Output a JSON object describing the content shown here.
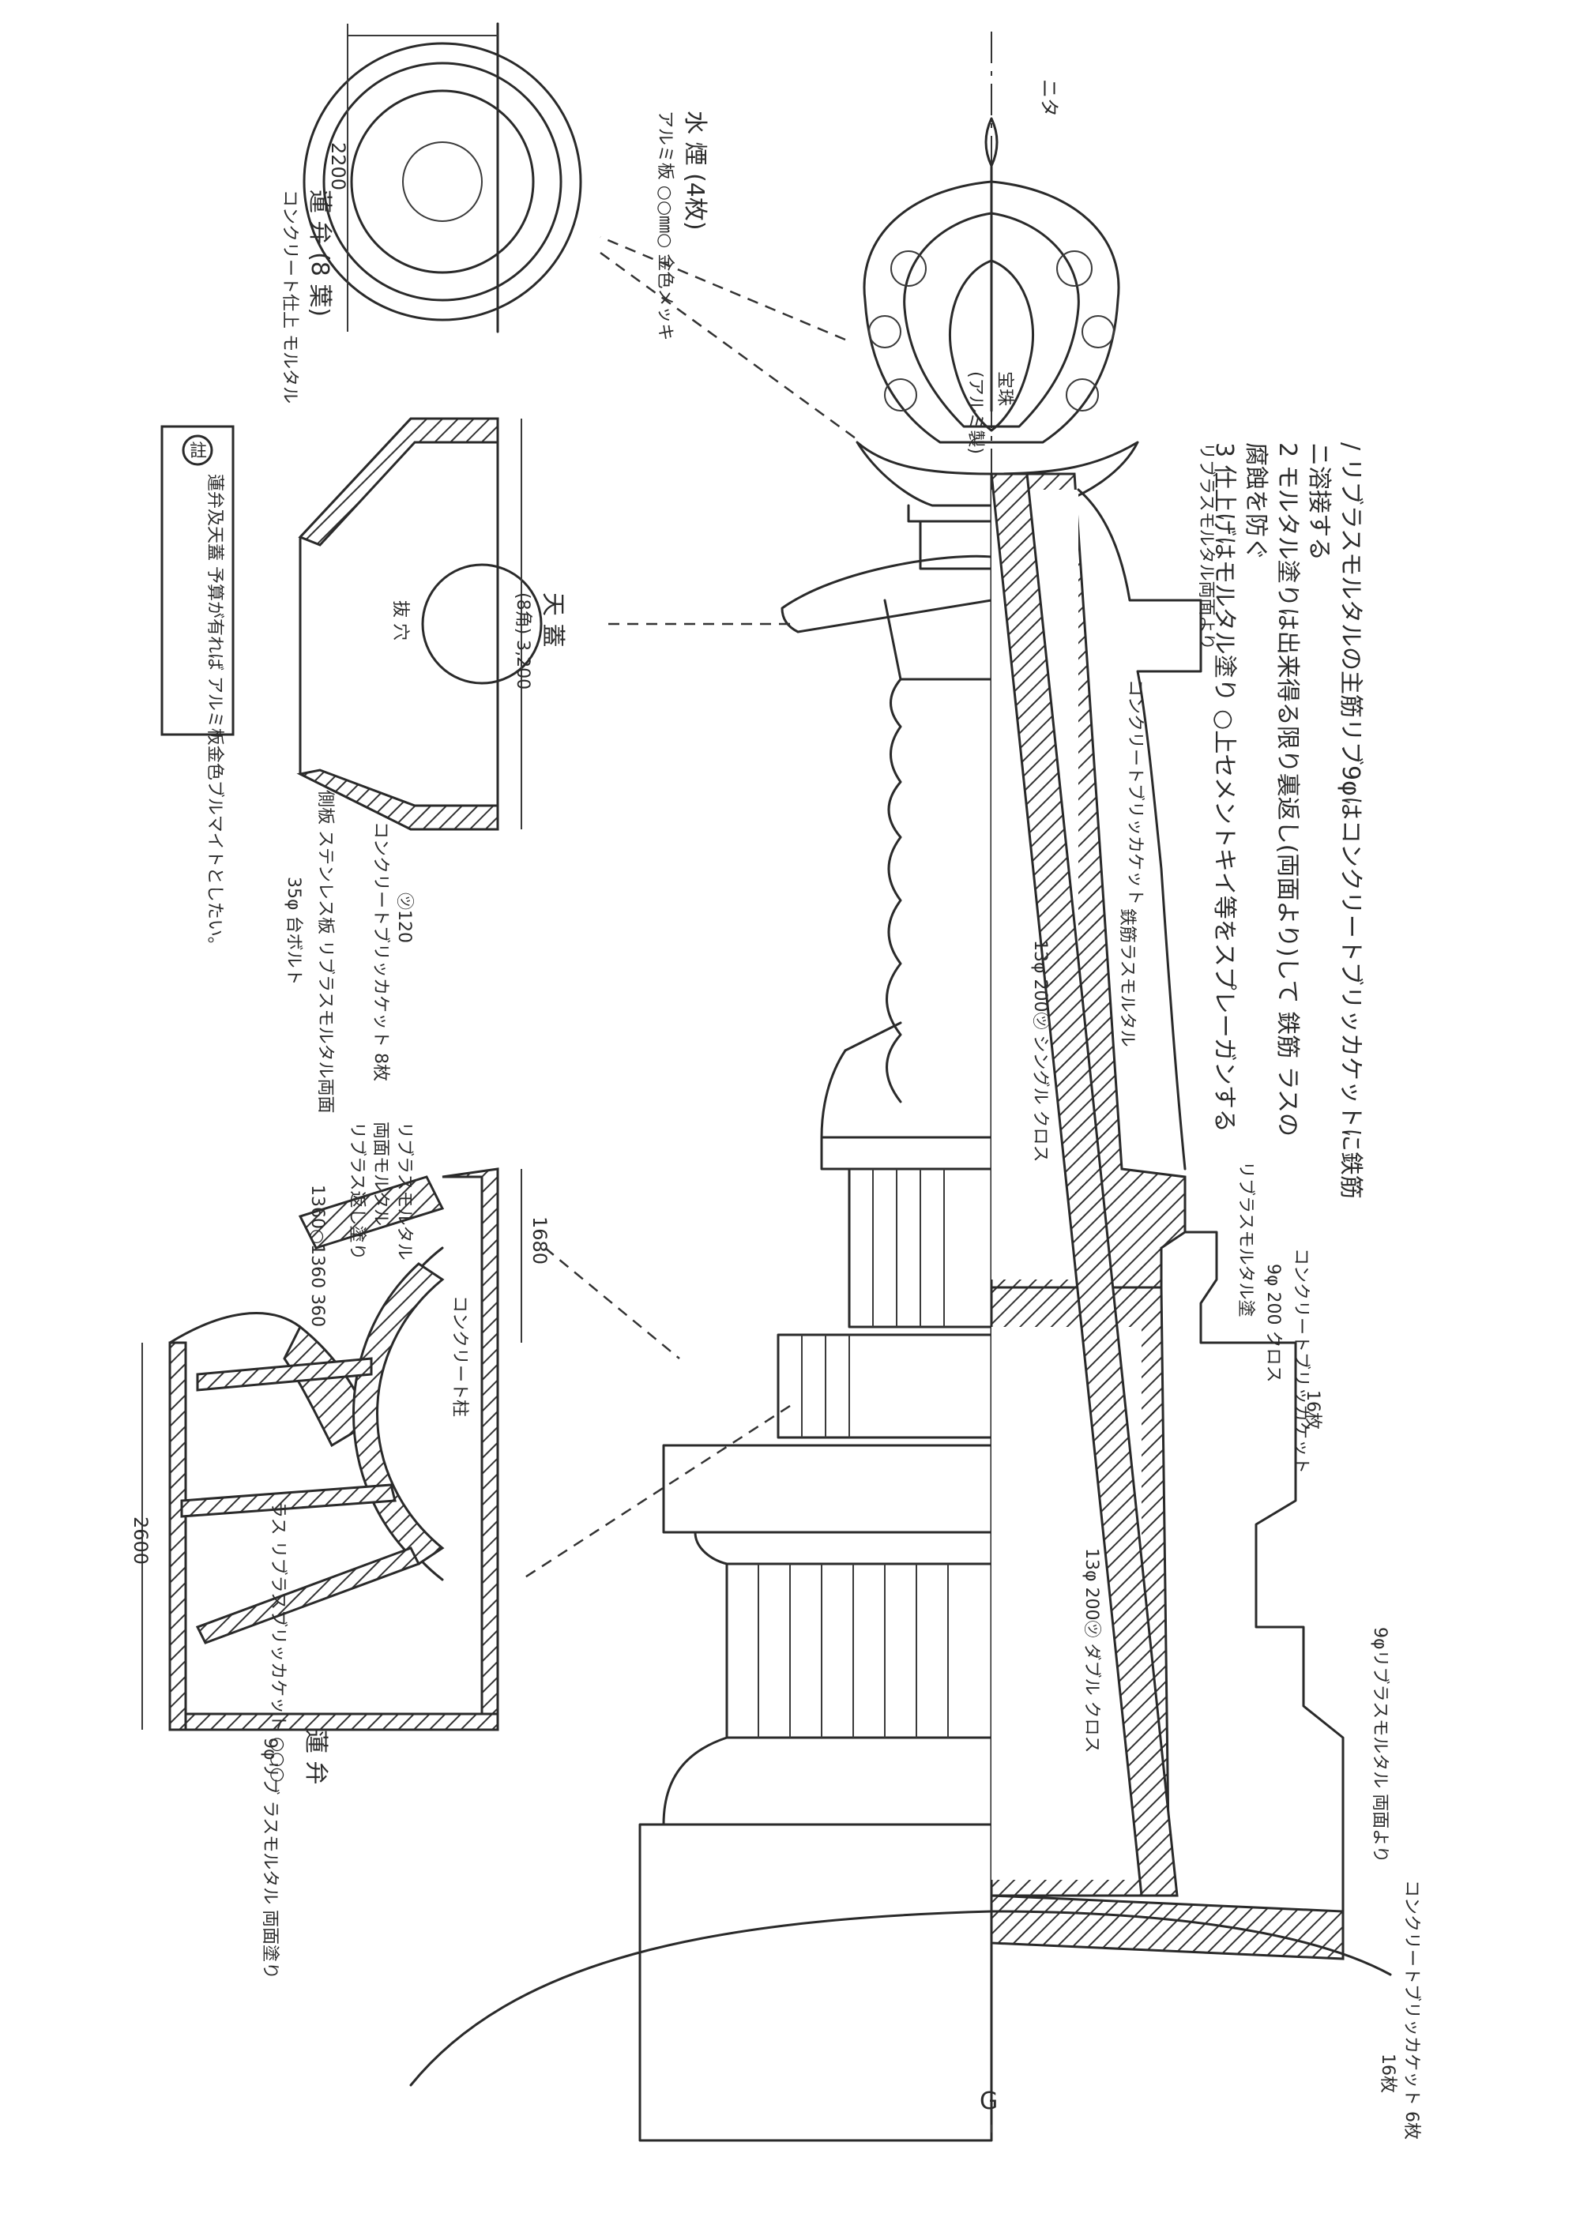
{
  "notes": {
    "n1": "/ リブラスモルタルの主筋リブ9φはコンクリートブリッカケットに鉄筋",
    "n1b": "ニ溶接する",
    "n2": "2 モルタル塗りは出来得る限り裏返し(両面より)して 鉄筋 ラスの",
    "n2b": "腐蝕を防ぐ",
    "n3": "3 仕上げはモルタル塗り ○上セメントキイ等をスプレーガンする"
  },
  "labels": {
    "axis_top": "ニタ",
    "suien_title": "水 煙 (4枚)",
    "suien_sub": "アルミ板 ○○㎜○ 金色メッキ",
    "renben_title": "蓮 弁 (8 葉)",
    "renben_sub": "コンクリート仕上 モルタル",
    "dim_2200": "2200",
    "tengai_title": "天 蓋",
    "tengai_sub": "(8角) 3,200",
    "tengai_inner": "抜 穴",
    "tengai_note1": "側板 ステンレス板 リブラスモルタル両面",
    "tengai_note2": "コンクリートブリッカケット 8枚",
    "tengai_note3": "㋡120",
    "tengai_note4": "35φ 台ボルト",
    "side_plate": "リブラスモルタル両面より",
    "concrete_bracket": "コンクリートブリッカケット",
    "rebar_note1": "鉄筋ラスモルタル",
    "rebar_note2": "13φ 200㋡ シングル クロス",
    "rib_mortar": "リブラスモルタル塗",
    "bracket2": "コンクリートブリッカケット",
    "bracket2_sub": "9φ 200 クロス",
    "count_16": "16枚",
    "rebar_note3": "13φ 200㋡ ダブル クロス",
    "rib_mortar2": "9φリブラスモルタル 両面より",
    "bracket3": "コンクリートブリッカケット 6枚",
    "count_16b": "16枚",
    "section_mortar1": "リブラスモルタル",
    "section_mortar2": "両面モルタル",
    "section_mortar3": "リブラス返し塗り",
    "dim_168": "1680",
    "dim_1360": "1360○1360 360",
    "concrete_col": "コンクリート柱",
    "lath_bracket": "ラス リブラスブリッカケット ○○○",
    "dim_2600": "2600",
    "renben_section": "蓮 弁",
    "renben_section_note": "9φリブ ラスモルタル 両面塗り",
    "center_mark": "G",
    "footnote_mark": "註",
    "footnote": "蓮弁及天蓋 予算が有れば アルミ板金色ブルマイトとしたい。",
    "tower_top_label": "宝珠",
    "tower_top_label2": "(アルミ製)"
  }
}
